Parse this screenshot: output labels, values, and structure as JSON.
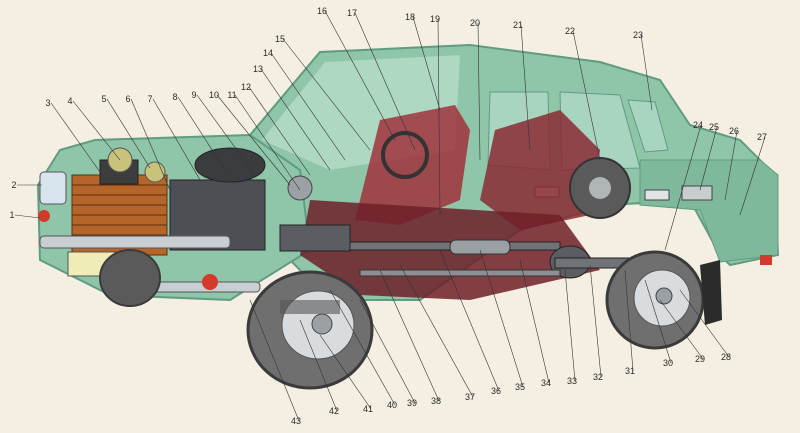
{
  "palette": {
    "paper": "#f4efe2",
    "body_green": "#8fc5a8",
    "body_green_dark": "#5f9c80",
    "interior_red": "#a0323c",
    "interior_dark": "#6e1e28",
    "tire": "#6f6f6f",
    "rim": "#d8dcde",
    "chrome": "#c9ced2",
    "engine": "#4d4f55",
    "leader": "#333333"
  },
  "callouts": [
    "1",
    "2",
    "3",
    "4",
    "5",
    "6",
    "7",
    "8",
    "9",
    "10",
    "11",
    "12",
    "13",
    "14",
    "15",
    "16",
    "17",
    "18",
    "19",
    "20",
    "21",
    "22",
    "23",
    "24",
    "25",
    "26",
    "27",
    "28",
    "29",
    "30",
    "31",
    "32",
    "33",
    "34",
    "35",
    "36",
    "37",
    "38",
    "39",
    "40",
    "41",
    "42",
    "43"
  ]
}
